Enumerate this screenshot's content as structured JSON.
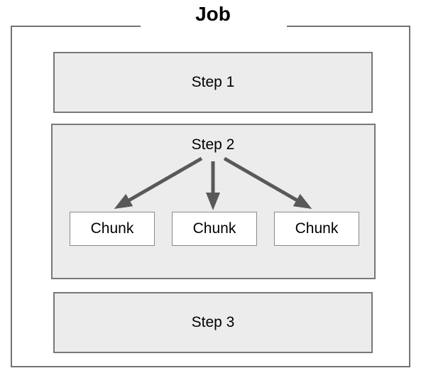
{
  "diagram": {
    "title": "Job",
    "steps": [
      {
        "label": "Step 1"
      },
      {
        "label": "Step 2"
      },
      {
        "label": "Step 3"
      }
    ],
    "chunks": [
      {
        "label": "Chunk"
      },
      {
        "label": "Chunk"
      },
      {
        "label": "Chunk"
      }
    ],
    "colors": {
      "background": "#ffffff",
      "box_fill": "#ececec",
      "box_border": "#787878",
      "outer_border": "#737373",
      "chunk_fill": "#ffffff",
      "chunk_border": "#8a8a8a",
      "arrow": "#595959",
      "text": "#000000"
    }
  }
}
